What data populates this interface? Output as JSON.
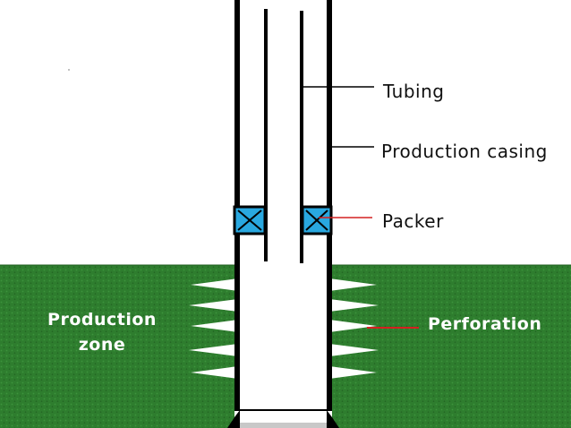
{
  "labels": {
    "tubing": "Tubing",
    "production_casing": "Production casing",
    "packer": "Packer",
    "perforation": "Perforation",
    "production_zone_line1": "Production",
    "production_zone_line2": "zone"
  },
  "colors": {
    "formation": "#2e7d2e",
    "packer": "#29a8e0",
    "packer_leader": "#d42020",
    "perforation_leader": "#d42020",
    "casing": "#000000",
    "base": "#c8c8c8"
  }
}
